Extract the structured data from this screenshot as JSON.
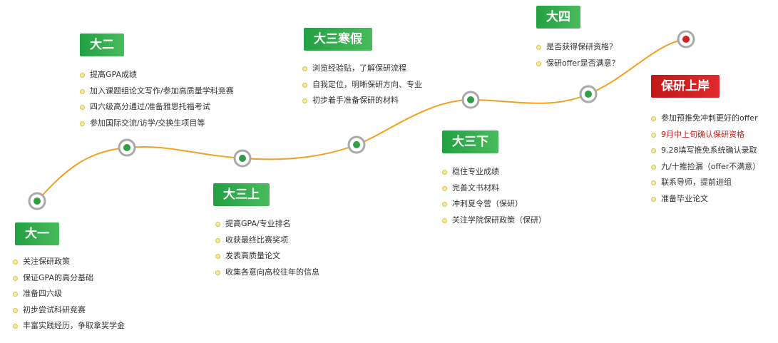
{
  "colors": {
    "green": "#33aa4e",
    "red": "#d42121",
    "curve": "#f2a01e",
    "bullet": "#f3e38a",
    "highlight": "#c0201a"
  },
  "stages": [
    {
      "title": "大一",
      "items": [
        "关注保研政策",
        "保证GPA的高分基础",
        "准备四六级",
        "初步尝试科研竞赛",
        "丰富实践经历，争取拿奖学金"
      ]
    },
    {
      "title": "大二",
      "items": [
        "提高GPA成绩",
        "加入课题组论文写作/参加高质量学科竞赛",
        "四六级高分通过/准备雅思托福考试",
        "参加国际交流/访学/交换生项目等"
      ]
    },
    {
      "title": "大三上",
      "items": [
        "提高GPA/专业排名",
        "收获最终比赛奖项",
        "发表高质量论文",
        "收集各意向高校往年的信息"
      ]
    },
    {
      "title": "大三寒假",
      "items": [
        "浏览经验贴，了解保研流程",
        "自我定位，明晰保研方向、专业",
        "初步着手准备保研的材料"
      ]
    },
    {
      "title": "大三下",
      "items": [
        "稳住专业成绩",
        "完善文书材料",
        "冲刺夏令营（保研）",
        "关注学院保研政策（保研）"
      ]
    },
    {
      "title": "大四",
      "items": [
        "是否获得保研资格？",
        "保研offer是否满意？"
      ]
    },
    {
      "title": "保研上岸",
      "items": [
        "参加预推免冲刺更好的offer",
        "9月中上旬确认保研资格",
        "9.28填写推免系统确认录取",
        "九/十推捡漏（offer不满意）",
        "联系导师，提前进组",
        "准备毕业论文"
      ],
      "highlight_index": 1
    }
  ]
}
